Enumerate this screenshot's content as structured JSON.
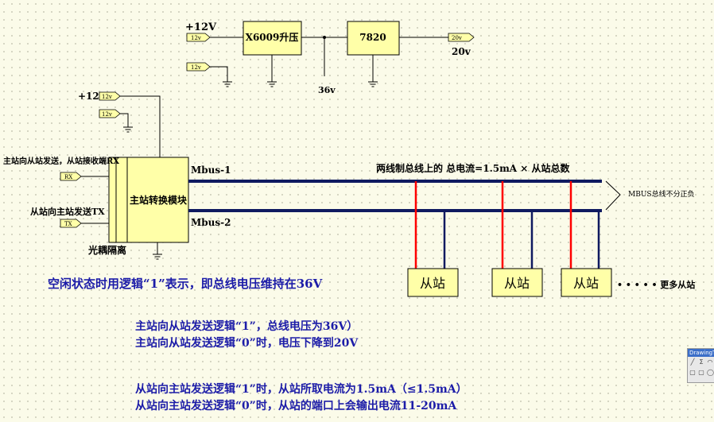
{
  "power": {
    "v12_top": "+12V",
    "port_12v": "12v",
    "boost_block": "X6009升压",
    "regulator_block": "7820",
    "port_20v": "20v",
    "out_20v": "20v",
    "v36": "36v"
  },
  "master": {
    "v12": "+12V",
    "port_12v": "12v",
    "module_label": "主站转换模块",
    "rx_caption": "主站向从站发送，从站接收端RX",
    "rx_port": "RX",
    "tx_caption": "从站向主站发送TX",
    "tx_port": "TX",
    "opto_label": "光耦隔离"
  },
  "bus": {
    "mbus1": "Mbus-1",
    "mbus2": "Mbus-2",
    "current_note": "两线制总线上的  总电流=1.5mA × 从站总数",
    "polarity_note": "MBUS总线不分正负"
  },
  "slaves": {
    "labels": [
      "从站",
      "从站",
      "从站"
    ],
    "more": "• • • • •  更多从站"
  },
  "notes": {
    "idle": "空闲状态时用逻辑“1”表示，即总线电压维持在36V",
    "m2s_1": "主站向从站发送逻辑“1”，总线电压为36V）",
    "m2s_0": "主站向从站发送逻辑“0”时，电压下降到20V",
    "s2m_1": "从站向主站发送逻辑“1”时，从站所取电流为1.5mA（≤1.5mA）",
    "s2m_0": "从站向主站发送逻辑“0”时，从站的端口上会输出电流11-20mA"
  },
  "toolbar": {
    "title": "DrawingTools"
  },
  "colors": {
    "background": "#fbfbe9",
    "block_fill": "#ffffa8",
    "bus": "#0f1a60",
    "slave_tap": "#ff0000",
    "note_text": "#1c1ca8"
  }
}
